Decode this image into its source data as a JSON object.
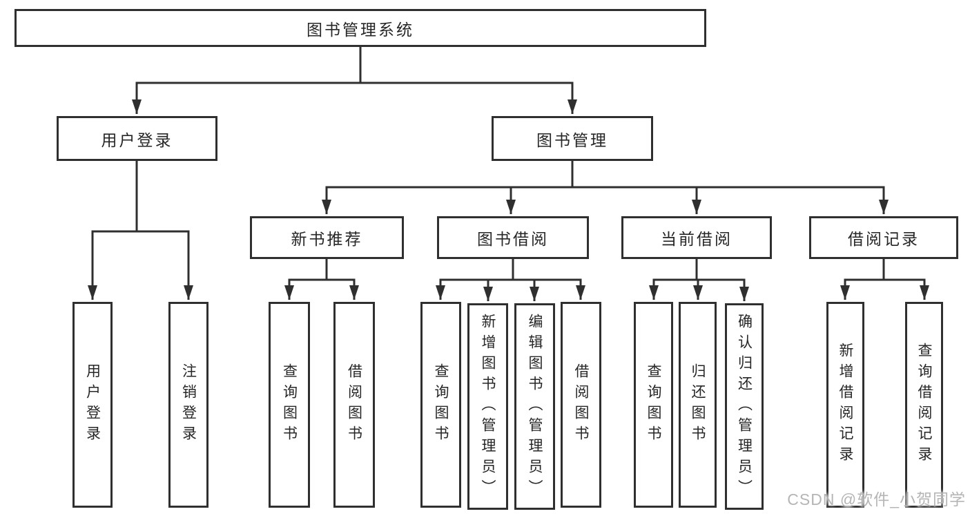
{
  "diagram": {
    "root_label": "图书管理系统",
    "level2": {
      "user_login": "用户登录",
      "book_management": "图书管理"
    },
    "level3": {
      "new_book_recommend": "新书推荐",
      "book_borrow": "图书借阅",
      "current_borrow": "当前借阅",
      "borrow_records": "借阅记录"
    },
    "leaves": {
      "login": [
        "用户登录",
        "注销登录"
      ],
      "newbook": [
        "查询图书",
        "借阅图书"
      ],
      "borrow": [
        "查询图书",
        "新增图书（管理员）",
        "编辑图书（管理员）",
        "借阅图书"
      ],
      "current": [
        "查询图书",
        "归还图书",
        "确认归还（管理员）"
      ],
      "records": [
        "新增借阅记录",
        "查询借阅记录"
      ]
    }
  },
  "watermark": "CSDN @软件_小贺同学",
  "colors": {
    "line": "#2f2f2f",
    "text": "#262626",
    "watermark": "#b5b5b5",
    "background": "#ffffff"
  }
}
